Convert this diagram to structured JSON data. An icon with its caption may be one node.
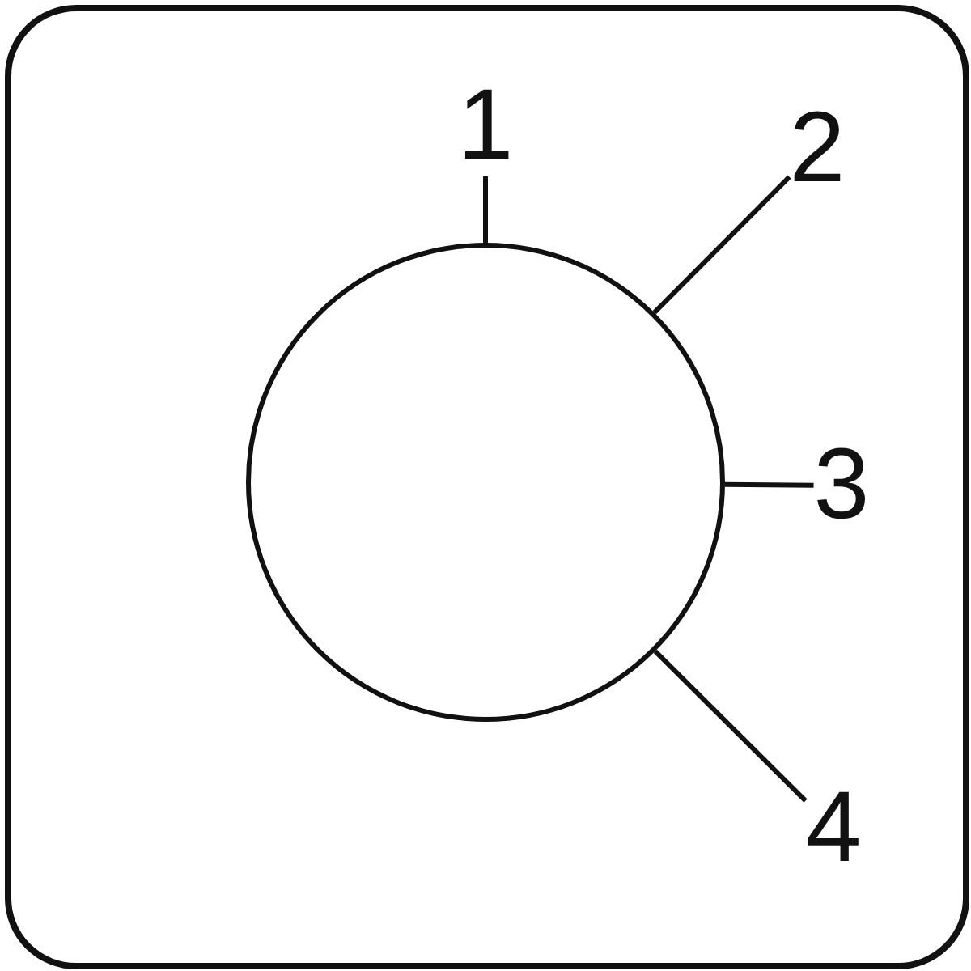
{
  "diagram": {
    "nodes": [
      {
        "text": [],
        "shape": "circle"
      },
      {
        "text": [
          "1"
        ]
      },
      {
        "text": [
          "2"
        ]
      },
      {
        "text": [
          "3"
        ]
      },
      {
        "text": [
          "4"
        ]
      }
    ],
    "edges": [
      {
        "from": 1,
        "to": 0,
        "arrow": "none"
      },
      {
        "from": 2,
        "to": 0,
        "arrow": "none"
      },
      {
        "from": 3,
        "to": 0,
        "arrow": "none"
      },
      {
        "from": 4,
        "to": 0,
        "arrow": "none"
      }
    ]
  }
}
